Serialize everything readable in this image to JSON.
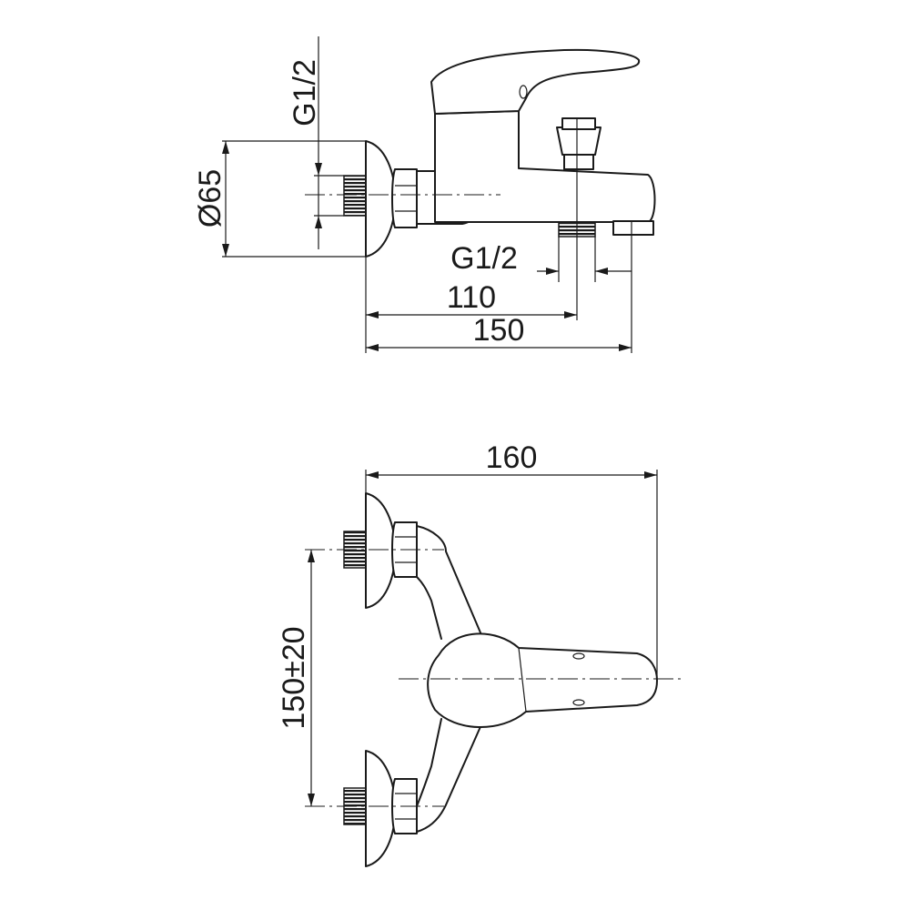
{
  "side_view": {
    "dim_diameter": "Ø65",
    "dim_inlet_thread": "G1/2",
    "dim_outlet_thread": "G1/2",
    "dim_outlet_distance": "110",
    "dim_overall_depth": "150"
  },
  "front_view": {
    "dim_overall_width": "160",
    "dim_inlet_spacing": "150±20"
  }
}
